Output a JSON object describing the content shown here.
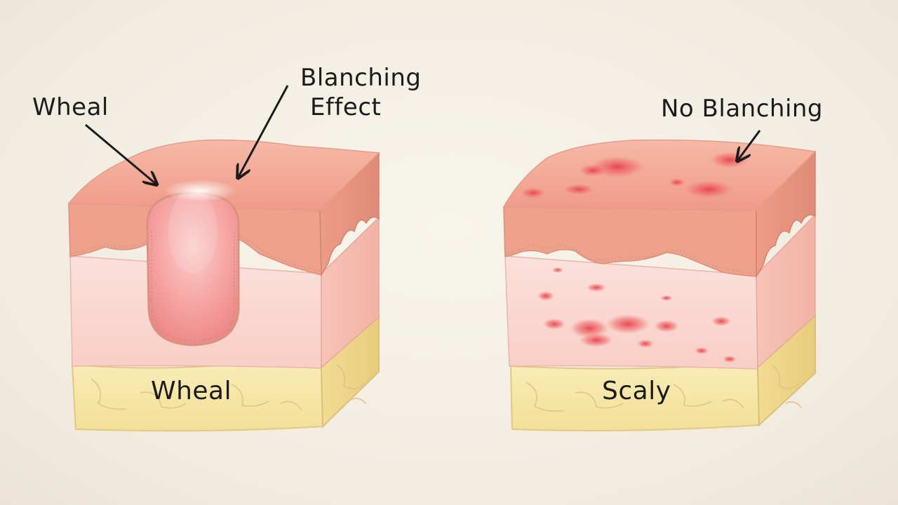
{
  "labels": {
    "wheal_callout": "Wheal",
    "blanching_line1": "Blanching",
    "blanching_line2": "Effect",
    "no_blanching_callout": "No Blanching",
    "left_block_name": "Wheal",
    "right_block_name": "Scaly"
  },
  "colors": {
    "background": "#f3efe5",
    "epidermis_top": "#f3a796",
    "epidermis_side": "#e89a86",
    "dermis": "#f9d3cc",
    "fat": "#f6e7a9",
    "fat_outline": "#e5cf86",
    "wheal_core": "#f28f8f",
    "red_spot": "#e8474f",
    "arrow": "#1b1b1b"
  },
  "icons": {
    "callout_arrows": "arrow-icon"
  }
}
